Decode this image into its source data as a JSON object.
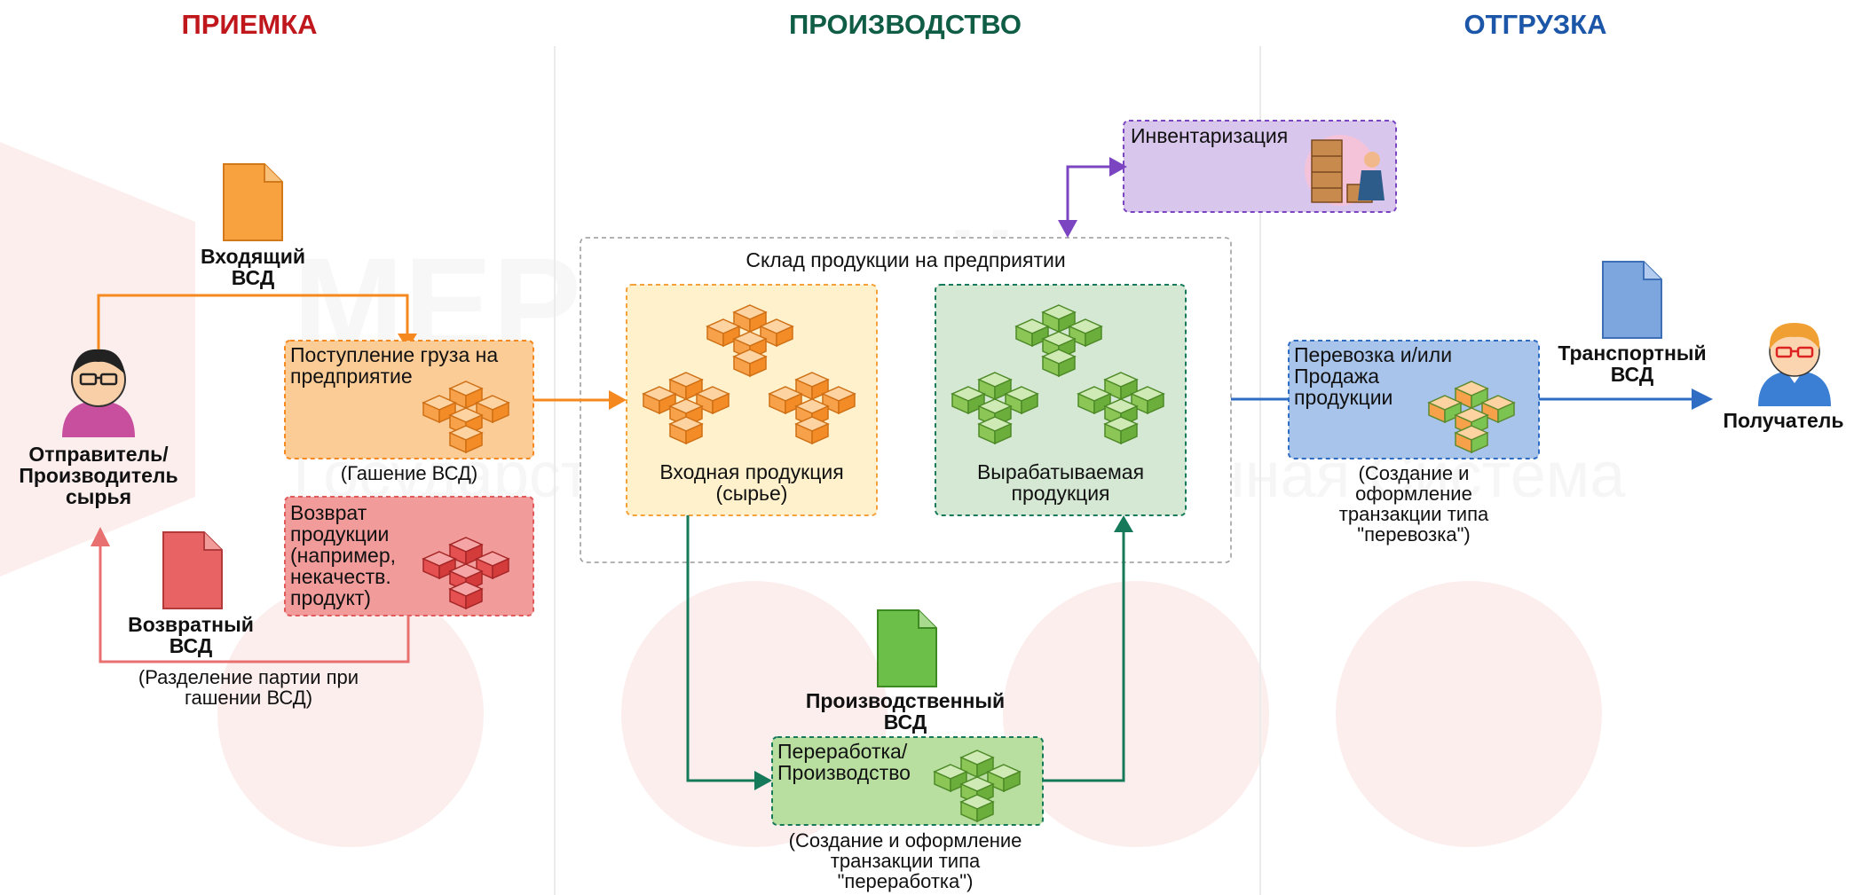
{
  "sections": {
    "reception": "ПРИЕМКА",
    "production": "ПРОИЗВОДСТВО",
    "shipping": "ОТГРУЗКА"
  },
  "colors": {
    "reception": "#c0171c",
    "production": "#0f5d45",
    "shipping": "#1c56a8",
    "orange": "#f5891f",
    "green": "#167a5a",
    "blue": "#2f6cc4",
    "purple": "#7b45c1",
    "red": "#e87070"
  },
  "watermark": {
    "line1": "МЕРКУРИЙ",
    "line2": "Государственная Информационная Система"
  },
  "nodes": {
    "sender": "Отправитель/\nПроизводитель\nсырья",
    "incoming_doc": "Входящий\nВСД",
    "arrival_box": "Поступление груза на\nпредприятие",
    "arrival_caption": "(Гашение ВСД)",
    "return_box": "Возврат продукции\n(например,\nнекачеств.\nпродукт)",
    "return_doc": "Возвратный\nВСД",
    "return_caption": "(Разделение партии при\nгашении ВСД)",
    "warehouse": "Склад продукции на предприятии",
    "input_product": "Входная продукция\n(сырье)",
    "output_product": "Вырабатываемая\nпродукция",
    "inventory": "Инвентаризация",
    "production_doc": "Производственный\nВСД",
    "processing_box": "Переработка/\nПроизводство",
    "processing_caption": "(Создание и оформление\nтранзакции типа\n\"переработка\")",
    "transport_box": "Перевозка и/или\nПродажа\nпродукции",
    "transport_caption": "(Создание и\nоформление\nтранзакции типа\n\"перевозка\")",
    "transport_doc": "Транспортный\nВСД",
    "recipient": "Получатель"
  }
}
